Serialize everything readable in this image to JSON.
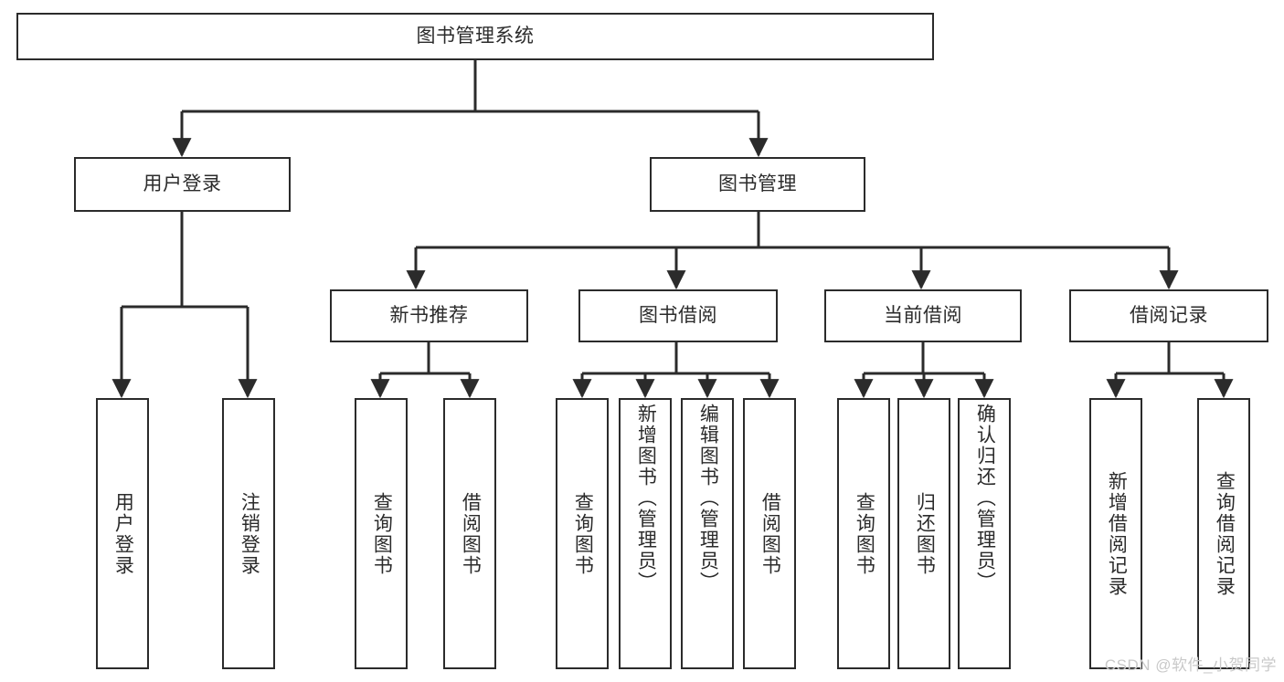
{
  "diagram": {
    "title": "图书管理系统",
    "type": "tree",
    "colors": {
      "node_border": "#2b2b2b",
      "node_fill": "#ffffff",
      "connector": "#2b2b2b",
      "text": "#2b2b2b",
      "watermark": "#c9c9c9",
      "background": "#ffffff"
    },
    "root": {
      "label": "图书管理系统"
    },
    "level2": [
      {
        "label": "用户登录"
      },
      {
        "label": "图书管理"
      }
    ],
    "level3": [
      {
        "label": "新书推荐"
      },
      {
        "label": "图书借阅"
      },
      {
        "label": "当前借阅"
      },
      {
        "label": "借阅记录"
      }
    ],
    "leaves": {
      "user_login": [
        {
          "label": "用户登录"
        },
        {
          "label": "注销登录"
        }
      ],
      "new_book_recommend": [
        {
          "label": "查询图书"
        },
        {
          "label": "借阅图书"
        }
      ],
      "book_borrow": [
        {
          "label": "查询图书"
        },
        {
          "label": "新增图书（管理员）"
        },
        {
          "label": "编辑图书（管理员）"
        },
        {
          "label": "借阅图书"
        }
      ],
      "current_borrow": [
        {
          "label": "查询图书"
        },
        {
          "label": "归还图书"
        },
        {
          "label": "确认归还（管理员）"
        }
      ],
      "borrow_record": [
        {
          "label": "新增借阅记录"
        },
        {
          "label": "查询借阅记录"
        }
      ]
    }
  },
  "watermark": {
    "text": "CSDN @软件_小贺同学"
  }
}
